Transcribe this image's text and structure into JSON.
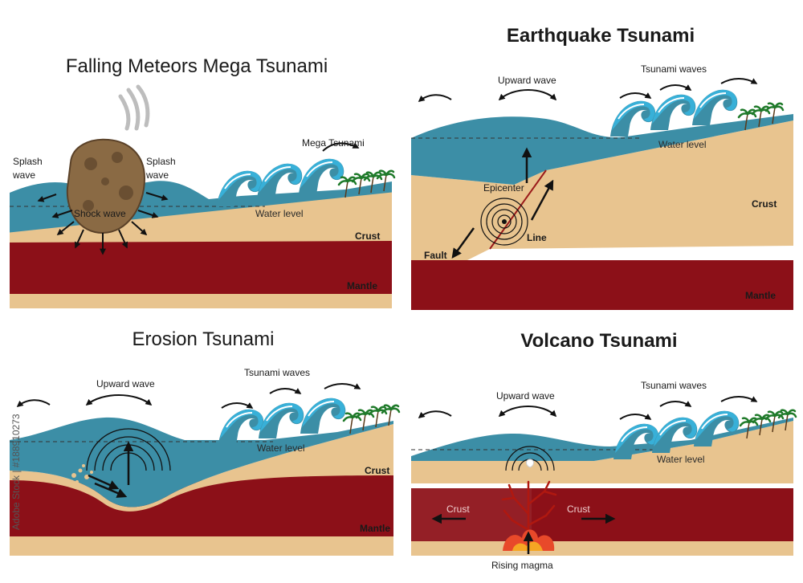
{
  "colors": {
    "water": "#3c8ea6",
    "sand": "#e8c48f",
    "mantle": "#8c1018",
    "mantle_dark": "#7a0c14",
    "rock": "#8a6a44",
    "magma": "#e8492a",
    "wave_crest": "#38b0d8"
  },
  "panels": {
    "meteor": {
      "title": "Falling Meteors Mega Tsunami",
      "splash_left": [
        "Splash",
        "wave"
      ],
      "splash_right": [
        "Splash",
        "wave"
      ],
      "shock": "Shock wave",
      "mega": "Mega Tsunami",
      "water_level": "Water level",
      "crust": "Crust",
      "mantle": "Mantle"
    },
    "earthquake": {
      "title": "Earthquake Tsunami",
      "upward": "Upward wave",
      "waves": "Tsunami waves",
      "water_level": "Water level",
      "epicenter": "Epicenter",
      "crust": "Crust",
      "fault": "Fault",
      "line": "Line",
      "mantle": "Mantle"
    },
    "erosion": {
      "title": "Erosion Tsunami",
      "upward": "Upward wave",
      "waves": "Tsunami waves",
      "water_level": "Water level",
      "crust": "Crust",
      "mantle": "Mantle"
    },
    "volcano": {
      "title": "Volcano Tsunami",
      "upward": "Upward wave",
      "waves": "Tsunami waves",
      "water_level": "Water level",
      "crust_left": "Crust",
      "crust_right": "Crust",
      "magma": "Rising magma"
    }
  },
  "watermark": "Adobe Stock | #188910273"
}
